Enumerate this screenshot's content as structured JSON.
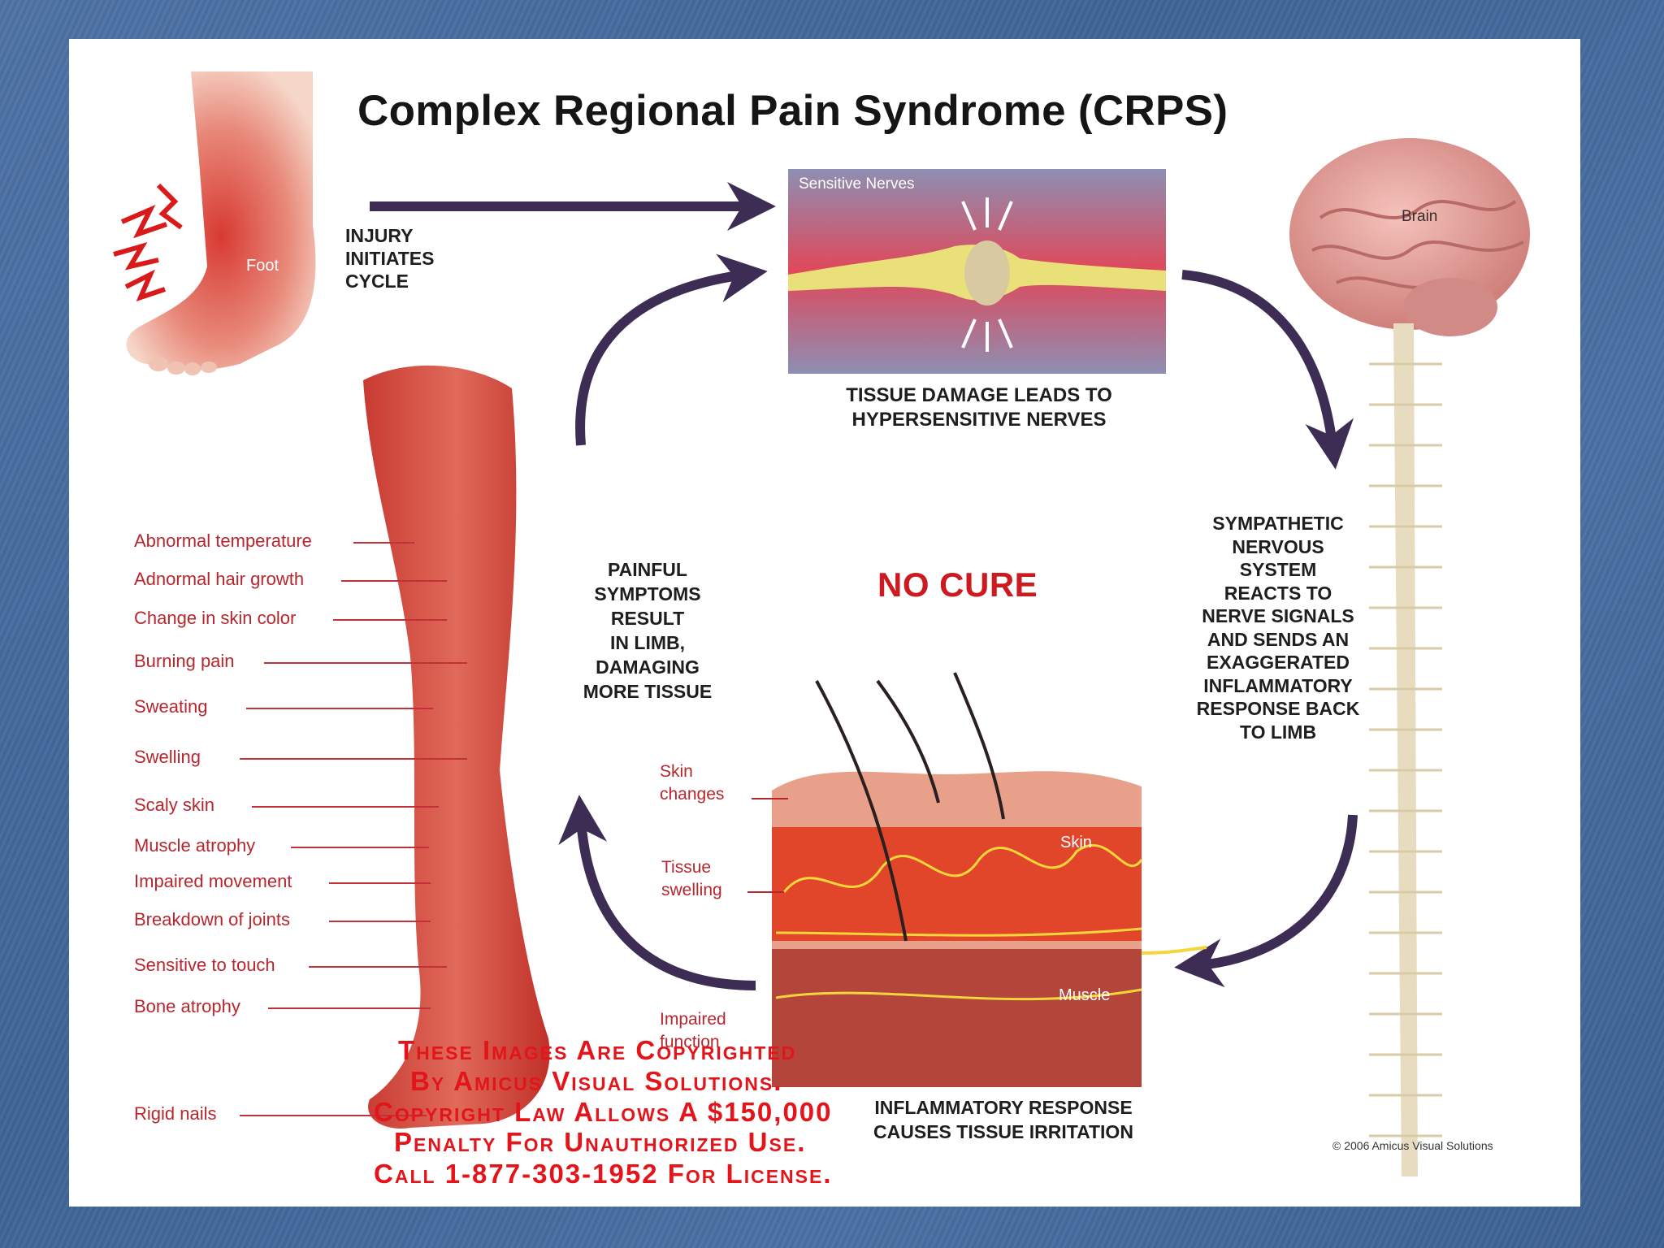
{
  "title": "Complex Regional Pain Syndrome (CRPS)",
  "labels": {
    "injury": "INJURY\nINITIATES\nCYCLE",
    "tissue_damage": "TISSUE DAMAGE LEADS TO\nHYPERSENSITIVE NERVES",
    "sympathetic": "SYMPATHETIC\nNERVOUS\nSYSTEM\nREACTS TO\nNERVE SIGNALS\nAND SENDS AN\nEXAGGERATED\nINFLAMMATORY\nRESPONSE BACK\nTO LIMB",
    "painful": "PAINFUL\nSYMPTOMS\nRESULT\nIN LIMB,\nDAMAGING\nMORE TISSUE",
    "inflammatory": "INFLAMMATORY RESPONSE\nCAUSES TISSUE IRRITATION",
    "no_cure": "NO CURE"
  },
  "anatomy_labels": {
    "foot": "Foot",
    "sensitive_nerves": "Sensitive Nerves",
    "brain": "Brain",
    "skin": "Skin",
    "muscle": "Muscle",
    "skin_changes": "Skin\nchanges",
    "tissue_swelling": "Tissue\nswelling",
    "impaired_function": "Impaired\nfunction"
  },
  "symptoms": [
    "Abnormal temperature",
    "Adnormal hair growth",
    "Change in skin color",
    "Burning pain",
    "Sweating",
    "Swelling",
    "Scaly skin",
    "Muscle atrophy",
    "Impaired movement",
    "Breakdown of joints",
    "Sensitive to touch",
    "Bone atrophy",
    "Rigid nails"
  ],
  "watermark": [
    "These Images Are Copyrighted",
    "By Amicus Visual Solutions.",
    "Copyright Law Allows A $150,000",
    "Penalty For Unauthorized Use.",
    "Call 1-877-303-1952 For License."
  ],
  "copyright": "© 2006 Amicus Visual Solutions",
  "colors": {
    "arrow": "#3d2d55",
    "symptom_red": "#b8262d",
    "no_cure_red": "#cc1a20",
    "watermark_red": "#e3151a",
    "background_blue": "#4a6fa0"
  }
}
